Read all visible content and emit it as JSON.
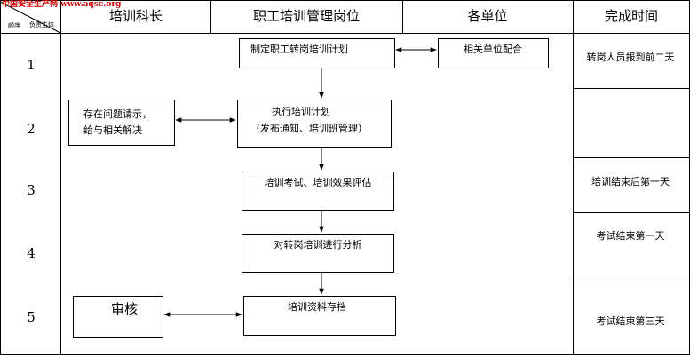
{
  "watermark": "中国安全生产网 www.aqsc.org",
  "header": {
    "corner_top": "负责主体",
    "corner_bottom": "顺序",
    "col_chief": "培训科长",
    "col_post": "职工培训管理岗位",
    "col_units": "各单位",
    "col_time": "完成时间"
  },
  "rows": [
    "1",
    "2",
    "3",
    "4",
    "5"
  ],
  "boxes": {
    "plan": "制定职工转岗培训计划",
    "coop": "相关单位配合",
    "issues_1": "存在问题请示，",
    "issues_2": "给与相关解决",
    "exec_1": "执行培训计划",
    "exec_2": "（发布通知、培训班管理）",
    "exam": "培训考试、培训效果评估",
    "analysis": "对转岗培训进行分析",
    "audit": "审核",
    "archive": "培训资料存档"
  },
  "times": {
    "t1": "转岗人员报到前二天",
    "t3": "培训结束后第一天",
    "t4": "考试结束第一天",
    "t5": "考试结束第三天"
  }
}
